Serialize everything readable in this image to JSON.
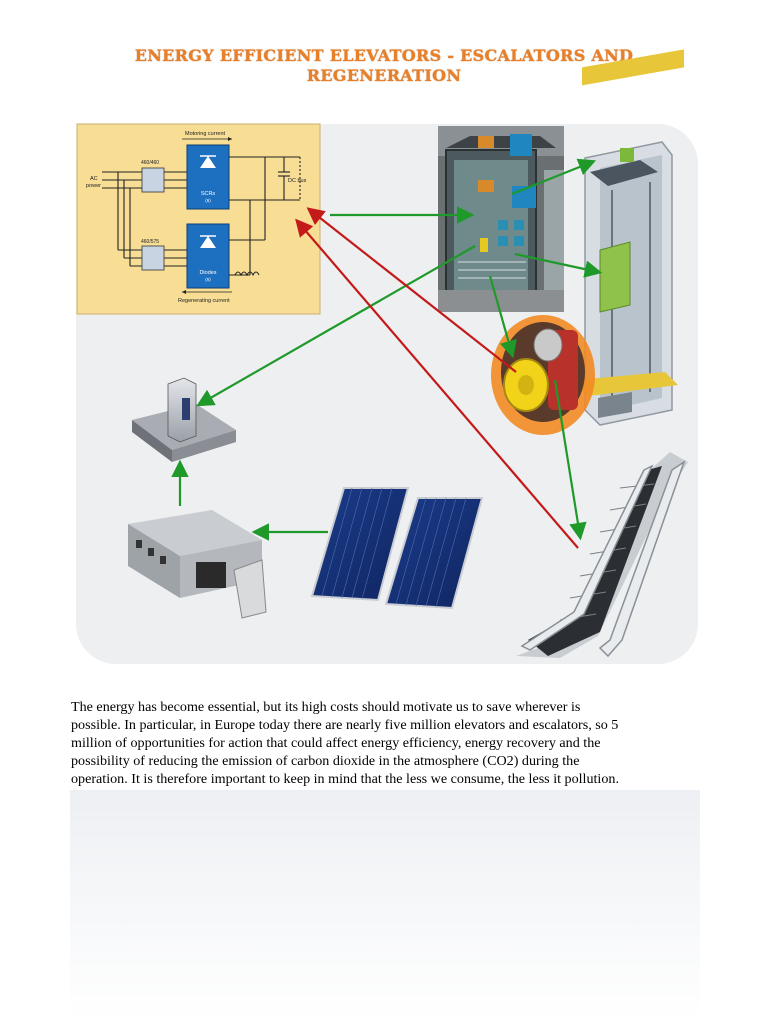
{
  "title": {
    "line1": "ENERGY EFFICIENT ELEVATORS - ESCALATORS AND",
    "line2": "REGENERATION"
  },
  "diagram": {
    "motoring_label": "Motoring current",
    "regenerating_label": "Regenerating current",
    "ac_power_line1": "AC",
    "ac_power_line2": "power",
    "transformer_top_label": "460/460",
    "transformer_bottom_label": "460/575",
    "scrs_label": "SCRs",
    "scrs_count": "(6)",
    "diodes_label": "Diodes",
    "diodes_count": "(6)",
    "dc_bus_label": "DC bus"
  },
  "body_text": {
    "line1": "The energy has become essential, but its high costs should motivate us to save wherever is",
    "line2": "possible. In particular, in Europe today there are nearly five million elevators and escalators, so 5",
    "line3": "million of opportunities for action that could affect energy efficiency, energy recovery and the",
    "line4": "possibility of reducing the emission of carbon dioxide in the atmosphere (CO2) during the",
    "line5": "operation. It is therefore important to keep in mind that the less we consume, the less it pollution."
  },
  "colors": {
    "title": "#e8802a",
    "green_arrow": "#1f9a2a",
    "red_arrow": "#c41a1a",
    "diagram_bg": "#f8dd95",
    "block_blue": "#1d6fc0"
  }
}
